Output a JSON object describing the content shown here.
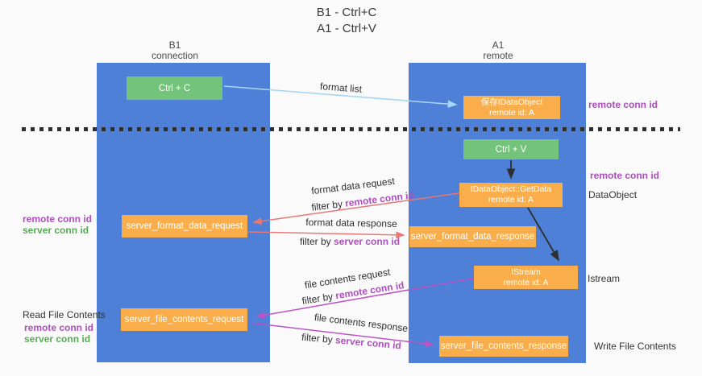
{
  "title": {
    "line1": "B1 - Ctrl+C",
    "line2": "A1 - Ctrl+V"
  },
  "lanes": {
    "left": {
      "name": "B1",
      "role": "connection"
    },
    "right": {
      "name": "A1",
      "role": "remote"
    }
  },
  "nodes": {
    "ctrl_c": {
      "label": "Ctrl + C"
    },
    "save_idataobject": {
      "line1": "保存IDataObject",
      "line2": "remote id: A"
    },
    "ctrl_v": {
      "label": "Ctrl + V"
    },
    "getdata": {
      "line1": "IDataObject::GetData",
      "line2": "remote id: A"
    },
    "server_format_data_request": {
      "label": "server_format_data_request"
    },
    "server_format_data_response": {
      "label": "server_format_data_response"
    },
    "istream": {
      "line1": "IStream",
      "line2": "remote id: A"
    },
    "server_file_contents_request": {
      "label": "server_file_contents_request"
    },
    "server_file_contents_response": {
      "label": "server_file_contents_response"
    }
  },
  "arrow_labels": {
    "format_list": "format list",
    "format_data_request": "format data request",
    "format_data_response": "format data response",
    "file_contents_request": "file contents request",
    "file_contents_response": "file contents response",
    "filter_by": "filter by",
    "remote_conn_id": "remote conn id",
    "server_conn_id": "server conn id"
  },
  "side_labels": {
    "remote_conn_id_top": "remote conn id",
    "remote_conn_id_mid": "remote conn id",
    "dataobject": "DataObject",
    "remote_conn_id_left1": "remote conn id",
    "server_conn_id_left1": "server conn id",
    "istream": "Istream",
    "read_file_contents": "Read File Contents",
    "remote_conn_id_left2": "remote conn id",
    "server_conn_id_left2": "server conn id",
    "write_file_contents": "Write File Contents"
  },
  "colors": {
    "background": "#fafafa",
    "lane_blue": "#4d80d6",
    "box_green": "#74c37a",
    "box_orange": "#f9ae4b",
    "text_purple": "#ad4fbf",
    "text_green": "#57ab57",
    "arrow_blue": "#a9d5f5",
    "arrow_red": "#e87878",
    "arrow_magenta": "#bd53c5",
    "arrow_black": "#2e2e2e"
  }
}
